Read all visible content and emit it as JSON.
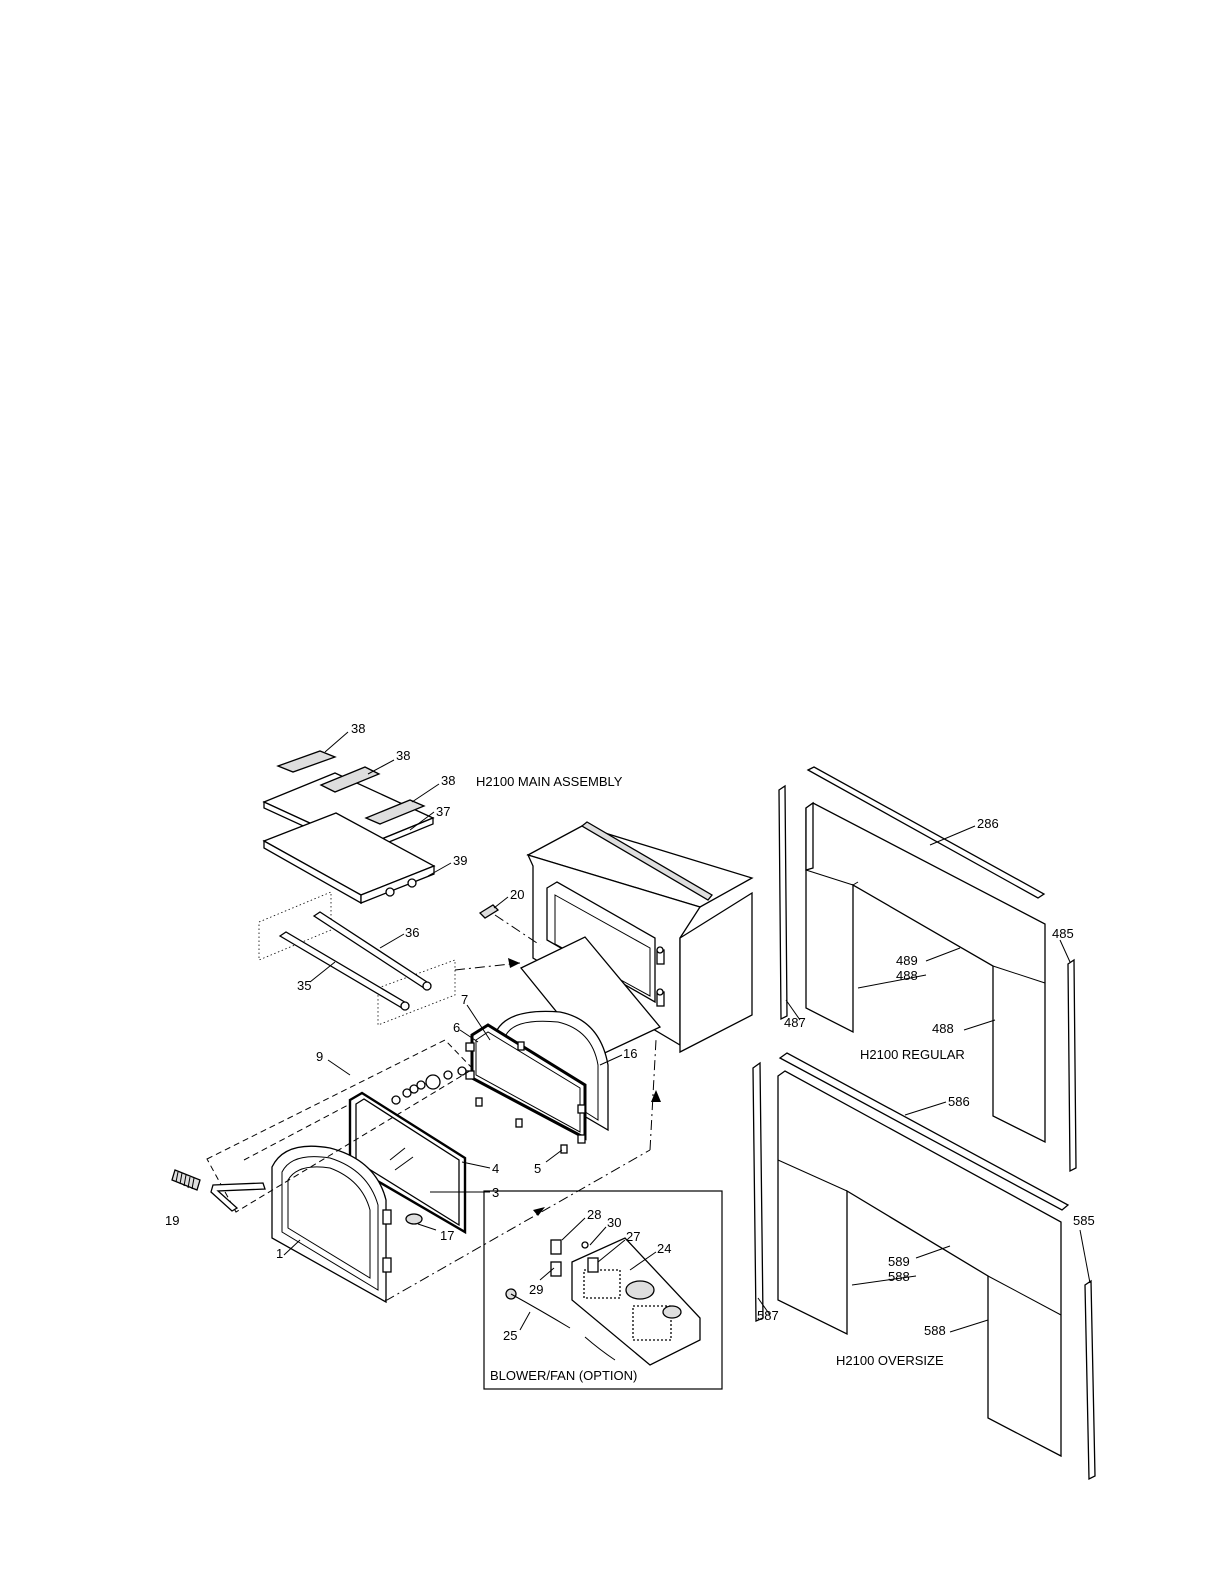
{
  "titles": {
    "main_assembly": "H2100 MAIN ASSEMBLY",
    "regular": "H2100 REGULAR",
    "oversize": "H2100 OVERSIZE",
    "blower": "BLOWER/FAN (OPTION)"
  },
  "callouts": {
    "c38a": "38",
    "c38b": "38",
    "c38c": "38",
    "c37": "37",
    "c39": "39",
    "c20": "20",
    "c36": "36",
    "c35": "35",
    "c7": "7",
    "c6": "6",
    "c16": "16",
    "c9": "9",
    "c4": "4",
    "c3": "3",
    "c5": "5",
    "c19": "19",
    "c17": "17",
    "c1": "1",
    "c28": "28",
    "c30": "30",
    "c27": "27",
    "c24": "24",
    "c29": "29",
    "c25": "25",
    "c286": "286",
    "c485": "485",
    "c489": "489",
    "c488a": "488",
    "c487": "487",
    "c488b": "488",
    "c586": "586",
    "c585": "585",
    "c589": "589",
    "c588a": "588",
    "c587": "587",
    "c588b": "588"
  }
}
